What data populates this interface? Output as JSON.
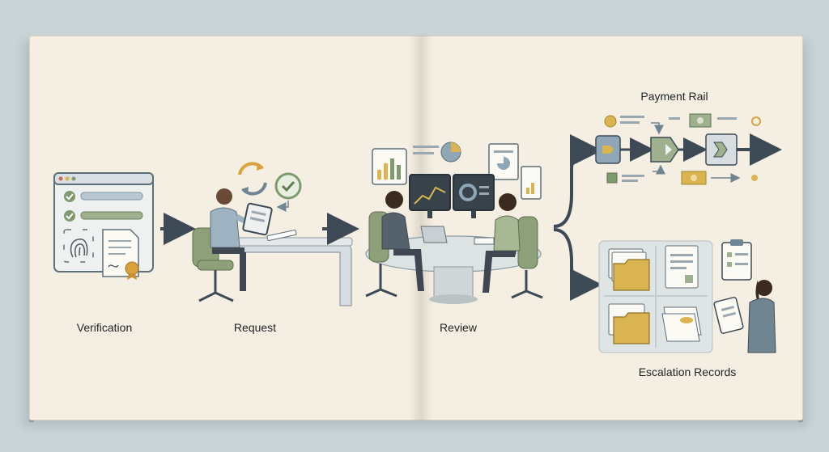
{
  "stages": {
    "verification": "Verification",
    "request": "Request",
    "review": "Review",
    "payment_rail": "Payment Rail",
    "escalation_records": "Escalation Records"
  },
  "colors": {
    "background": "#c9d4d6",
    "page": "#f4efe2",
    "arrow": "#3d4a55",
    "accent_green": "#7f9a6e",
    "accent_gold": "#d9b451",
    "steel_blue": "#8ea6b6"
  },
  "icons": [
    "browser-window-icon",
    "fingerprint-icon",
    "certificate-icon",
    "refresh-cycle-icon",
    "check-badge-icon",
    "bar-chart-icon",
    "pie-chart-icon",
    "folder-icon",
    "clipboard-icon"
  ]
}
